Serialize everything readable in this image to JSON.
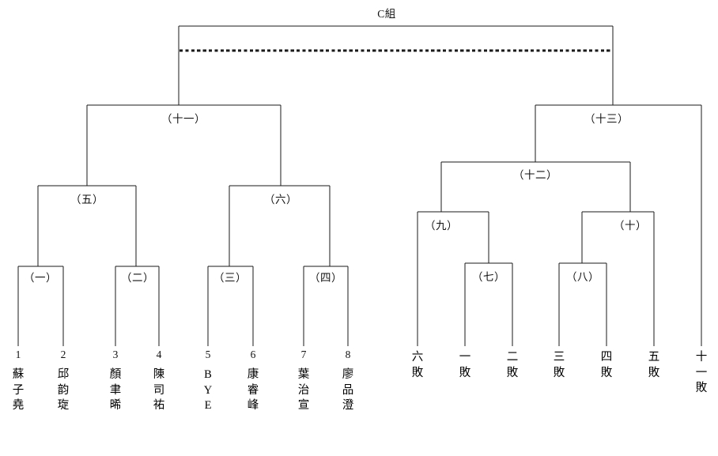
{
  "diagram": {
    "title": "C組",
    "type": "single-elimination-bracket",
    "description": "Tournament bracket chart for group C with 8 seeded players on the left half and loser-placement slots on the right half."
  },
  "matches": {
    "m1": "（一）",
    "m2": "（二）",
    "m3": "（三）",
    "m4": "（四）",
    "m5": "（五）",
    "m6": "（六）",
    "m7": "（七）",
    "m8": "（八）",
    "m9": "（九）",
    "m10": "（十）",
    "m11": "（十一）",
    "m12": "（十二）",
    "m13": "（十三）"
  },
  "seeds": [
    {
      "number": "1",
      "name": [
        "蘇",
        "子",
        "堯"
      ]
    },
    {
      "number": "2",
      "name": [
        "邱",
        "韵",
        "琁"
      ]
    },
    {
      "number": "3",
      "name": [
        "顏",
        "聿",
        "晞"
      ]
    },
    {
      "number": "4",
      "name": [
        "陳",
        "司",
        "祐"
      ]
    },
    {
      "number": "5",
      "name": [
        "B",
        "Y",
        "E"
      ]
    },
    {
      "number": "6",
      "name": [
        "康",
        "睿",
        "峰"
      ]
    },
    {
      "number": "7",
      "name": [
        "葉",
        "治",
        "宣"
      ]
    },
    {
      "number": "8",
      "name": [
        "廖",
        "品",
        "澄"
      ]
    }
  ],
  "loser_slots": [
    {
      "id": "l6",
      "chars": [
        "六",
        "敗"
      ]
    },
    {
      "id": "l1",
      "chars": [
        "一",
        "敗"
      ]
    },
    {
      "id": "l2",
      "chars": [
        "二",
        "敗"
      ]
    },
    {
      "id": "l3",
      "chars": [
        "三",
        "敗"
      ]
    },
    {
      "id": "l4",
      "chars": [
        "四",
        "敗"
      ]
    },
    {
      "id": "l5",
      "chars": [
        "五",
        "敗"
      ]
    },
    {
      "id": "l11",
      "chars": [
        "十",
        "一",
        "敗"
      ]
    }
  ],
  "colors": {
    "line": "#1a1a1a",
    "text": "#111111",
    "background": "#ffffff"
  }
}
